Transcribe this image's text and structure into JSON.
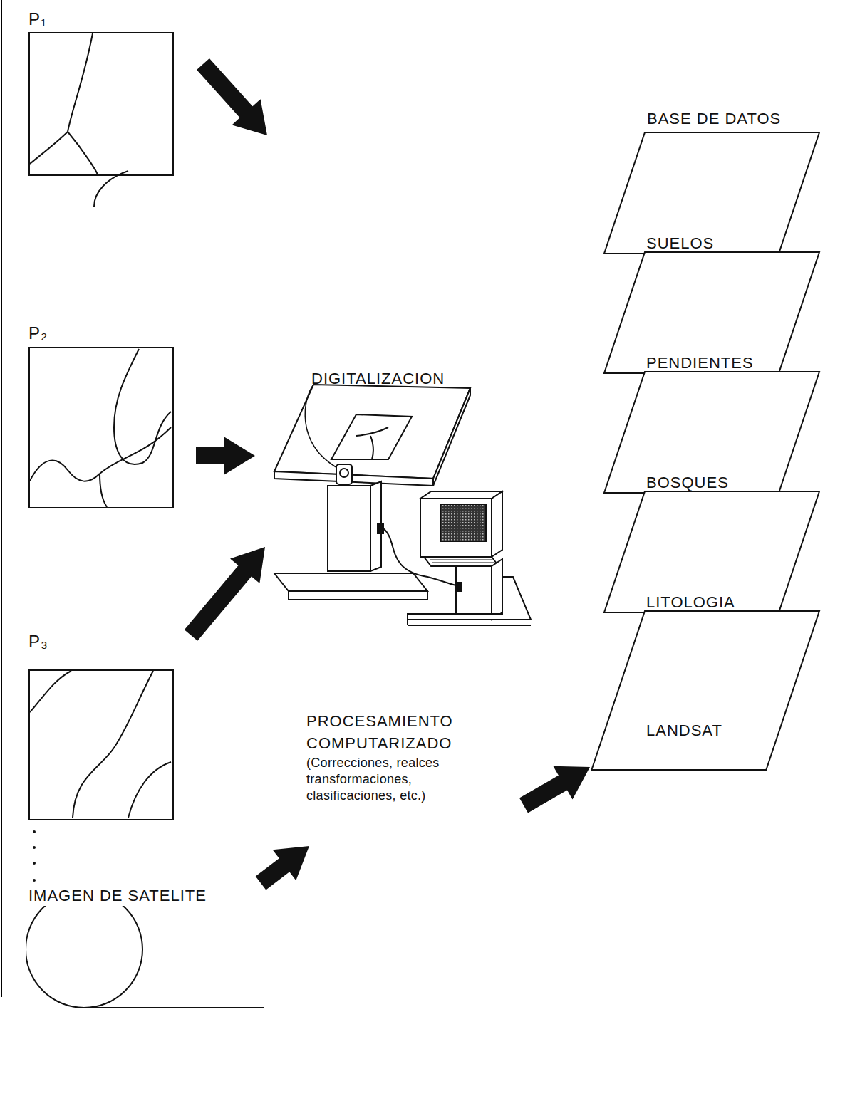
{
  "diagram": {
    "nodes": [
      {
        "text": [
          "P₁"
        ]
      },
      {
        "text": [
          "P₂"
        ]
      },
      {
        "text": [
          "P₃"
        ]
      },
      {
        "text": [
          "DIGITALIZACION"
        ]
      },
      {
        "text": [
          "IMAGEN DE SATELITE"
        ]
      },
      {
        "text": [
          "PROCESAMIENTO COMPUTARIZADO",
          "(Correcciones, realces transformaciones, clasificaciones, etc.)"
        ]
      },
      {
        "text": [
          "SUELOS"
        ]
      },
      {
        "text": [
          "PENDIENTES"
        ]
      },
      {
        "text": [
          "BOSQUES"
        ]
      },
      {
        "text": [
          "LITOLOGIA"
        ]
      },
      {
        "text": [
          "LANDSAT"
        ]
      }
    ],
    "edges": [
      {
        "from": 0,
        "to": 3,
        "arrow": "to"
      },
      {
        "from": 1,
        "to": 3,
        "arrow": "to"
      },
      {
        "from": 2,
        "to": 3,
        "arrow": "to"
      },
      {
        "from": 4,
        "to": 5,
        "arrow": "to"
      },
      {
        "from": 5,
        "to": 10,
        "arrow": "to"
      }
    ],
    "labels": [
      "BASE DE DATOS"
    ]
  }
}
